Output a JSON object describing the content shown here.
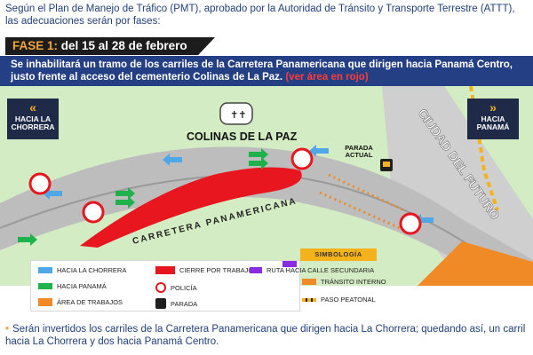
{
  "intro": "Según el Plan de Manejo de Tráfico (PMT), aprobado por la Autoridad de Tránsito y Transporte Terrestre (ATTT), las adecuaciones serán por fases:",
  "phase": {
    "label": "FASE 1:",
    "dates": "del 15 al 28 de febrero"
  },
  "info": {
    "text": "Se inhabilitará un tramo de los carriles  de la Carretera Panamericana que dirigen hacia Panamá Centro, justo frente al acceso del cementerio Colinas de La Paz.",
    "highlight": "(ver área en rojo)"
  },
  "map": {
    "left_sign": "HACIA LA CHORRERA",
    "right_sign": "HACIA PANAMÁ",
    "cemetery": "COLINAS DE LA PAZ",
    "district": "CIUDAD DEL FUTURO",
    "road": "CARRETERA PANAMERICANA",
    "stop": "PARADA ACTUAL"
  },
  "legend": {
    "title": "SIMBOLOGÍA",
    "items": [
      {
        "label": "HACIA LA CHORRERA",
        "icon": "blue-arrow-icon"
      },
      {
        "label": "HACIA PANAMÁ",
        "icon": "green-arrow-icon"
      },
      {
        "label": "ÁREA DE TRABAJOS",
        "icon": "orange-area-icon"
      },
      {
        "label": "CIERRE POR TRABAJOS",
        "icon": "red-area-icon"
      },
      {
        "label": "POLICÍA",
        "icon": "police-icon"
      },
      {
        "label": "PARADA",
        "icon": "bus-stop-icon"
      },
      {
        "label": "RUTA HACIA CALLE SECUNDARIA",
        "icon": "purple-arrow-icon"
      },
      {
        "label": "TRÁNSITO INTERNO",
        "icon": "orange-arrow-icon"
      },
      {
        "label": "PASO PEATONAL",
        "icon": "crosswalk-icon"
      }
    ]
  },
  "note": "Serán invertidos los carriles de la Carretera Panamericana que dirigen hacia La Chorrera; quedando así, un carril hacia La Chorrera y dos hacia Panamá Centro.",
  "colors": {
    "navy": "#243f84",
    "closure": "#e8161e",
    "works": "#f08a26",
    "accent": "#f5b21b",
    "grass": "#d4ecc4"
  }
}
